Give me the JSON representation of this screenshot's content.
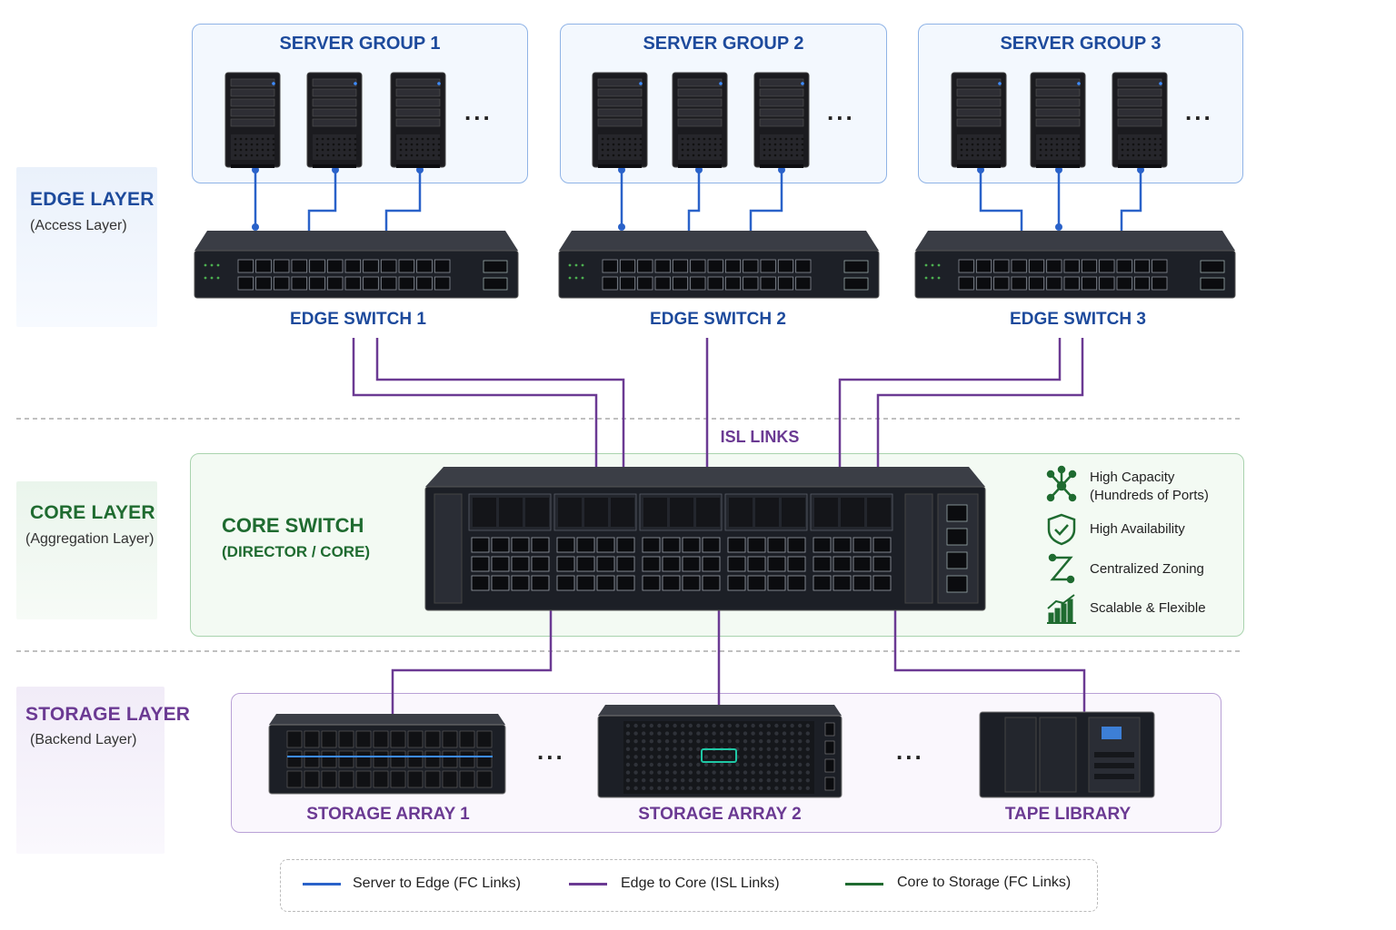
{
  "layers": {
    "edge": {
      "title": "EDGE LAYER",
      "subtitle": "(Access Layer)"
    },
    "core": {
      "title": "CORE LAYER",
      "subtitle": "(Aggregation Layer)"
    },
    "storage": {
      "title": "STORAGE LAYER",
      "subtitle": "(Backend Layer)"
    }
  },
  "server_groups": [
    {
      "title": "SERVER GROUP 1",
      "ellipsis": "..."
    },
    {
      "title": "SERVER GROUP 2",
      "ellipsis": "..."
    },
    {
      "title": "SERVER GROUP 3",
      "ellipsis": "..."
    }
  ],
  "edge_switches": [
    "EDGE SWITCH 1",
    "EDGE SWITCH 2",
    "EDGE SWITCH 3"
  ],
  "isl_label": "ISL LINKS",
  "core_switch": {
    "title": "CORE SWITCH",
    "subtitle": "(DIRECTOR / CORE)"
  },
  "features": [
    {
      "icon": "network-hub-icon",
      "line1": "High Capacity",
      "line2": "(Hundreds of Ports)"
    },
    {
      "icon": "shield-check-icon",
      "line1": "High Availability",
      "line2": ""
    },
    {
      "icon": "zoning-route-icon",
      "line1": "Centralized Zoning",
      "line2": ""
    },
    {
      "icon": "growth-chart-icon",
      "line1": "Scalable & Flexible",
      "line2": ""
    }
  ],
  "storage_devices": [
    "STORAGE ARRAY 1",
    "STORAGE ARRAY 2",
    "TAPE LIBRARY"
  ],
  "storage_ellipsis": "...",
  "legend": [
    {
      "label": "Server to Edge (FC Links)",
      "color": "#2a62c9"
    },
    {
      "label": "Edge to Core (ISL Links)",
      "color": "#6b3a93"
    },
    {
      "label": "Core to Storage (FC Links)",
      "color": "#1f6b30"
    }
  ],
  "colors": {
    "fc_link": "#2a62c9",
    "isl_link": "#6b3a93",
    "edge": "#1d4a9c",
    "core": "#1f6b30",
    "storage": "#6b3a93"
  }
}
